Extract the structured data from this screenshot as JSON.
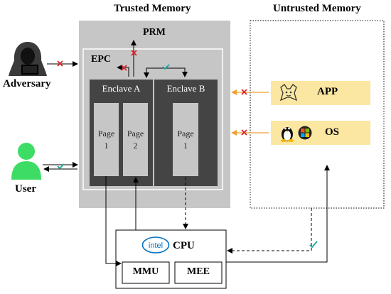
{
  "diagram": {
    "trusted_memory_label": "Trusted Memory",
    "untrusted_memory_label": "Untrusted Memory",
    "prm_label": "PRM",
    "epc_label": "EPC",
    "enclave_a": {
      "title": "Enclave A",
      "pages": [
        {
          "name": "Page",
          "number": "1"
        },
        {
          "name": "Page",
          "number": "2"
        }
      ]
    },
    "enclave_b": {
      "title": "Enclave B",
      "pages": [
        {
          "name": "Page",
          "number": "1"
        }
      ]
    },
    "actors": {
      "adversary_label": "Adversary",
      "user_label": "User"
    },
    "untrusted_components": {
      "app_label": "APP",
      "os_label": "OS"
    },
    "cpu": {
      "brand": "intel",
      "label": "CPU",
      "units": [
        "MMU",
        "MEE"
      ]
    },
    "icons": {
      "adversary": "hooded-hacker-icon",
      "user": "user-person-icon",
      "app": "tomcat-icon",
      "os_linux": "linux-penguin-icon",
      "os_windows": "windows-logo-icon",
      "denied": "red-cross-icon",
      "allowed": "green-check-icon"
    },
    "colors": {
      "trusted_region": "#c6c6c6",
      "enclave": "#444444",
      "page": "#c6c6c6",
      "untrusted_box": "#fbe7a1",
      "denied": "#d9262b",
      "allowed": "#1aa39a",
      "user_green": "#3ddc64",
      "adversary_dark": "#3a3a3a",
      "app_arrow": "#f0a030",
      "intel_blue": "#0071c5"
    }
  }
}
